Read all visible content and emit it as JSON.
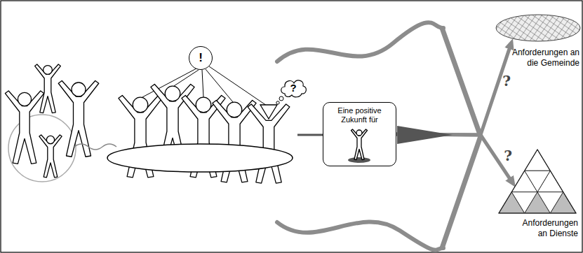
{
  "diagram": {
    "nodes": [
      {
        "text": [
          "!"
        ]
      },
      {
        "text": [
          "?"
        ]
      },
      {
        "text": [
          "Eine positive Zukunft für"
        ]
      },
      {
        "text": [
          "Anforderungen an die Gemeinde"
        ]
      },
      {
        "text": [
          "Anforderungen an Dienste"
        ]
      }
    ],
    "edges": [
      {
        "from": 2,
        "to": 3,
        "label": "?",
        "arrow": "to"
      },
      {
        "from": 2,
        "to": 4,
        "label": "?",
        "arrow": "to"
      }
    ]
  }
}
